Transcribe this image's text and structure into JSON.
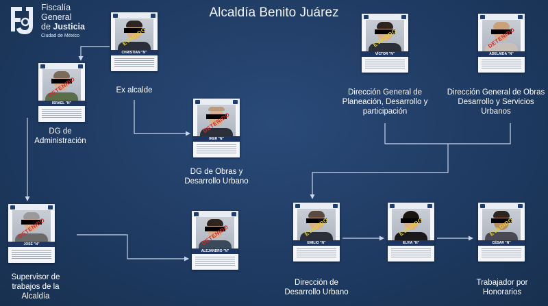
{
  "header": {
    "logo_line1": "Fiscalía",
    "logo_line2": "General",
    "logo_line3_a": "de ",
    "logo_line3_b": "Justicia",
    "logo_line4": "Ciudad de México",
    "title": "Alcaldía Benito Juárez"
  },
  "stamps": {
    "detenido": "DETENIDO",
    "evadido": "EVADIDO"
  },
  "nodes": {
    "christian": {
      "name": "CHRISTIAN \"N\"",
      "role": "Ex alcalde"
    },
    "israel": {
      "name": "ISRAEL \"N\"",
      "role": "DG de Administración"
    },
    "iker": {
      "name": "IKER \"N\"",
      "role": "DG de Obras y Desarrollo Urbano"
    },
    "victor": {
      "name": "VÍCTOR \"N\"",
      "role": "Dirección General de Planeación, Desarrollo y participación"
    },
    "adelaida": {
      "name": "ADELAIDA \"N\"",
      "role": "Dirección General de Obras Desarrollo y Servicios Urbanos"
    },
    "jose": {
      "name": "JOSÉ \"N\"",
      "role": "Supervisor de trabajos de la Alcaldía"
    },
    "alejandro": {
      "name": "ALEJANDRO \"N\"",
      "role": ""
    },
    "emilio": {
      "name": "EMILIO \"N\"",
      "role": "Dirección de Desarrollo Urbano"
    },
    "elvia": {
      "name": "ELVIA \"N\"",
      "role": ""
    },
    "cesar": {
      "name": "CÉSAR \"N\"",
      "role": "Trabajador por Honorarios"
    }
  },
  "colors": {
    "background": "#1f3b63",
    "stamp_red": "#d42a2a",
    "stamp_yellow": "#e8d21a",
    "card_band": "#1e3561"
  }
}
